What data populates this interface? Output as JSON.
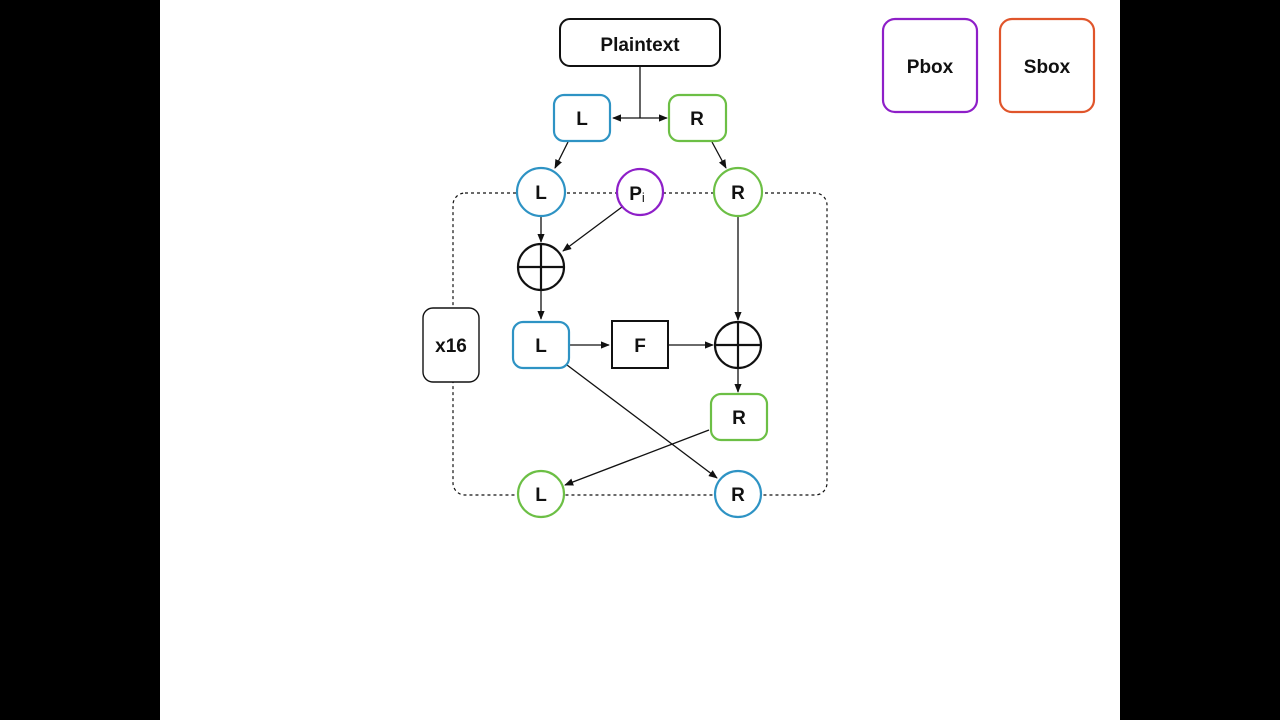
{
  "colors": {
    "left": "#2e93c4",
    "right": "#6cbf45",
    "pbox": "#8e1fc8",
    "sbox": "#e0552b",
    "stroke": "#111111",
    "background": "#ffffff",
    "frame": "#000000"
  },
  "legend": {
    "pbox_label": "Pbox",
    "sbox_label": "Sbox"
  },
  "diagram": {
    "plaintext_label": "Plaintext",
    "left_label": "L",
    "right_label": "R",
    "p_label": "P",
    "p_subscript": "i",
    "f_label": "F",
    "repeat_label": "x16"
  }
}
